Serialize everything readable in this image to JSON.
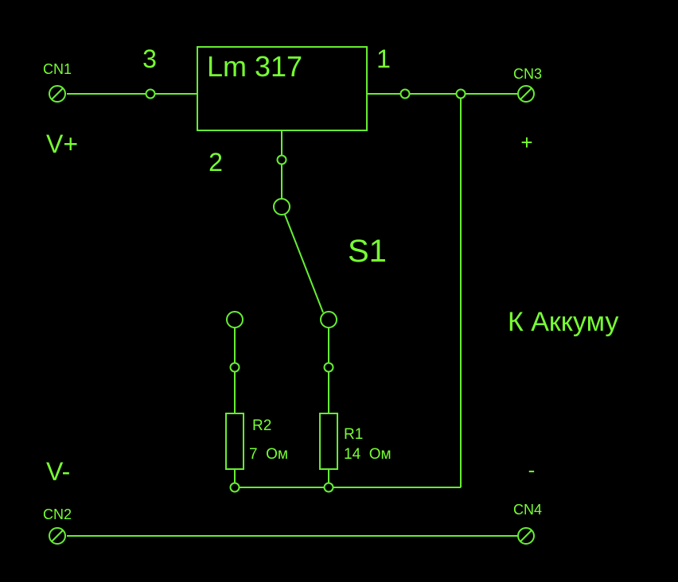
{
  "colors": {
    "background": "#000000",
    "wire": "#66ee33",
    "text": "#77ff33"
  },
  "labels": {
    "cn1": "CN1",
    "cn2": "CN2",
    "cn3": "CN3",
    "cn4": "CN4",
    "v_plus": "V+",
    "v_minus": "V-",
    "plus": "+",
    "minus": "-",
    "regulator": "Lm 317",
    "pin3": "3",
    "pin1": "1",
    "pin2": "2",
    "switch": "S1",
    "battery": "К Аккуму",
    "r2_name": "R2",
    "r2_value": "7  Ом",
    "r1_name": "R1",
    "r1_value": "14  Ом"
  }
}
